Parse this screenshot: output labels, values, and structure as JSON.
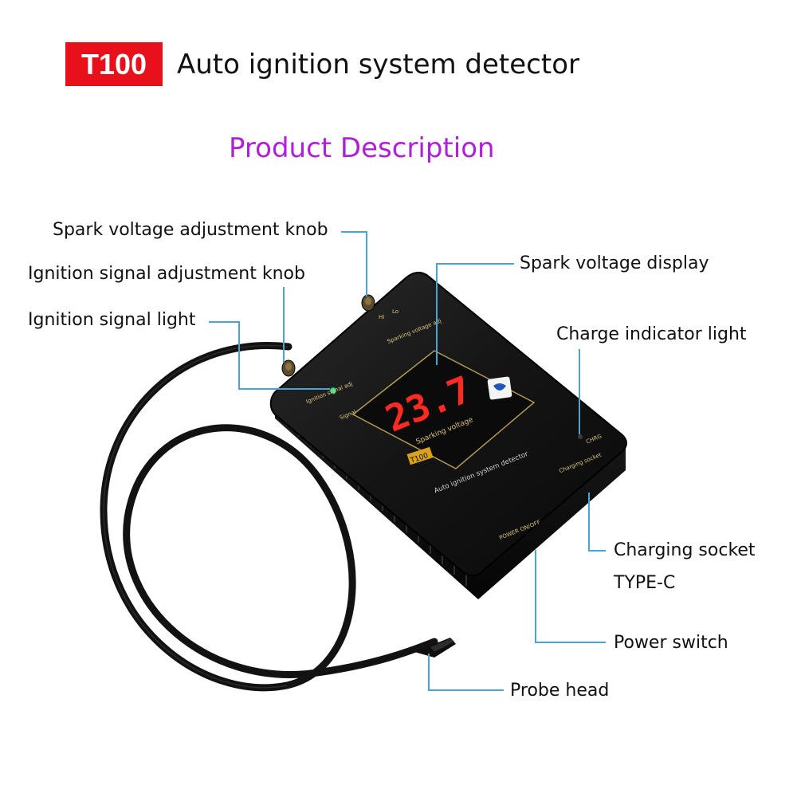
{
  "header": {
    "badge": "T100",
    "title": "Auto ignition system detector"
  },
  "subtitle": "Product Description",
  "labels": {
    "spark_knob": "Spark voltage adjustment knob",
    "ignition_knob": "Ignition signal adjustment knob",
    "signal_light": "Ignition signal light",
    "spark_display": "Spark voltage display",
    "charge_light": "Charge indicator light",
    "charging_socket": "Charging socket",
    "charging_socket_type": "TYPE-C",
    "power_switch": "Power switch",
    "probe_head": "Probe head"
  },
  "device": {
    "display_value": "23.7",
    "display_caption": "Sparking voltage",
    "brand_label": "T100",
    "product_name": "Auto ignition system detector",
    "knob_spark_caption": "Sparking voltage adj",
    "knob_ignition_caption": "Ignition signal adj",
    "signal_caption": "Signal",
    "charging_caption": "Charging socket",
    "charge_caption": "CHRG",
    "power_caption": "POWER ON/OFF",
    "hi_label": "Hi",
    "lo_label": "Lo"
  },
  "colors": {
    "badge_bg": "#e8101a",
    "subtitle": "#b020d8",
    "leader_line": "#4aa3d6",
    "device_body": "#121212",
    "display_digits": "#ff2a22",
    "signal_led": "#37e08a"
  },
  "icons": {
    "knob": "knob-icon",
    "led": "led-icon",
    "logo": "logo-icon"
  }
}
